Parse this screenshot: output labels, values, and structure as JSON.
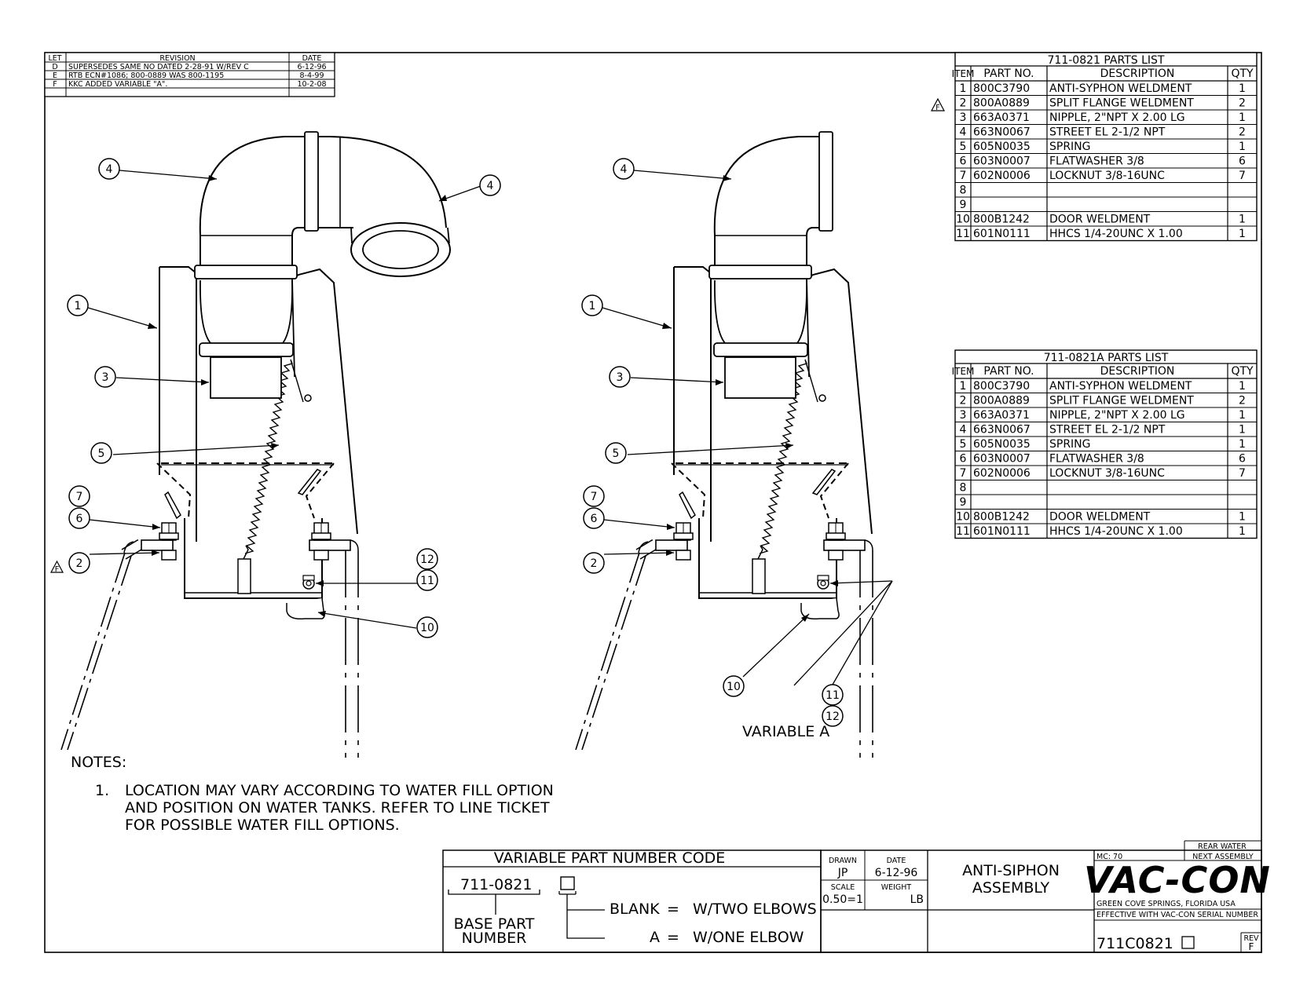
{
  "revision_block": {
    "headers": {
      "let": "LET",
      "revision": "REVISION",
      "date": "DATE"
    },
    "rows": [
      {
        "let": "D",
        "revision": "SUPERSEDES SAME NO DATED 2-28-91 W/REV C",
        "date": "6-12-96"
      },
      {
        "let": "E",
        "revision": "RTB ECN#1086; 800-0889 WAS 800-1195",
        "date": "8-4-99"
      },
      {
        "let": "F",
        "revision": "KKC ADDED VARIABLE \"A\".",
        "date": "10-2-08"
      }
    ]
  },
  "parts_lists": [
    {
      "title": "711-0821 PARTS LIST",
      "headers": {
        "item": "ITEM",
        "part": "PART NO.",
        "desc": "DESCRIPTION",
        "qty": "QTY"
      },
      "rows": [
        {
          "item": "1",
          "part": "800C3790",
          "desc": "ANTI-SYPHON WELDMENT",
          "qty": "1"
        },
        {
          "item": "2",
          "part": "800A0889",
          "desc": "SPLIT FLANGE WELDMENT",
          "qty": "2"
        },
        {
          "item": "3",
          "part": "663A0371",
          "desc": "NIPPLE, 2\"NPT X 2.00 LG",
          "qty": "1"
        },
        {
          "item": "4",
          "part": "663N0067",
          "desc": "STREET EL 2-1/2 NPT",
          "qty": "2"
        },
        {
          "item": "5",
          "part": "605N0035",
          "desc": "SPRING",
          "qty": "1"
        },
        {
          "item": "6",
          "part": "603N0007",
          "desc": "FLATWASHER 3/8",
          "qty": "6"
        },
        {
          "item": "7",
          "part": "602N0006",
          "desc": "LOCKNUT 3/8-16UNC",
          "qty": "7"
        },
        {
          "item": "8",
          "part": "",
          "desc": "",
          "qty": ""
        },
        {
          "item": "9",
          "part": "",
          "desc": "",
          "qty": ""
        },
        {
          "item": "10",
          "part": "800B1242",
          "desc": "DOOR WELDMENT",
          "qty": "1"
        },
        {
          "item": "11",
          "part": "601N0111",
          "desc": "HHCS 1/4-20UNC X 1.00",
          "qty": "1"
        }
      ]
    },
    {
      "title": "711-0821A PARTS LIST",
      "headers": {
        "item": "ITEM",
        "part": "PART NO.",
        "desc": "DESCRIPTION",
        "qty": "QTY"
      },
      "rows": [
        {
          "item": "1",
          "part": "800C3790",
          "desc": "ANTI-SYPHON WELDMENT",
          "qty": "1"
        },
        {
          "item": "2",
          "part": "800A0889",
          "desc": "SPLIT FLANGE WELDMENT",
          "qty": "2"
        },
        {
          "item": "3",
          "part": "663A0371",
          "desc": "NIPPLE, 2\"NPT X 2.00 LG",
          "qty": "1"
        },
        {
          "item": "4",
          "part": "663N0067",
          "desc": "STREET EL 2-1/2 NPT",
          "qty": "1"
        },
        {
          "item": "5",
          "part": "605N0035",
          "desc": "SPRING",
          "qty": "1"
        },
        {
          "item": "6",
          "part": "603N0007",
          "desc": "FLATWASHER 3/8",
          "qty": "6"
        },
        {
          "item": "7",
          "part": "602N0006",
          "desc": "LOCKNUT 3/8-16UNC",
          "qty": "7"
        },
        {
          "item": "8",
          "part": "",
          "desc": "",
          "qty": ""
        },
        {
          "item": "9",
          "part": "",
          "desc": "",
          "qty": ""
        },
        {
          "item": "10",
          "part": "800B1242",
          "desc": "DOOR WELDMENT",
          "qty": "1"
        },
        {
          "item": "11",
          "part": "601N0111",
          "desc": "HHCS 1/4-20UNC X 1.00",
          "qty": "1"
        }
      ]
    }
  ],
  "rev_flag_symbol": "F",
  "balloons_view1": [
    "4",
    "4",
    "1",
    "3",
    "5",
    "7",
    "6",
    "2",
    "12",
    "11",
    "10"
  ],
  "balloons_view2": [
    "4",
    "1",
    "3",
    "5",
    "7",
    "6",
    "2",
    "10",
    "11",
    "12"
  ],
  "variable_view_label": "VARIABLE A",
  "notes": {
    "heading": "NOTES:",
    "items": [
      {
        "num": "1.",
        "lines": [
          "LOCATION MAY VARY ACCORDING TO WATER FILL OPTION",
          "AND POSITION ON WATER TANKS. REFER TO LINE TICKET",
          "FOR POSSIBLE WATER FILL OPTIONS."
        ]
      }
    ]
  },
  "variable_code": {
    "title": "VARIABLE PART NUMBER CODE",
    "base_number": "711-0821",
    "base_label_lines": [
      "BASE PART",
      "NUMBER"
    ],
    "options": [
      {
        "code": "BLANK",
        "eq": "=",
        "desc": "W/TWO ELBOWS"
      },
      {
        "code": "A",
        "eq": "=",
        "desc": "W/ONE ELBOW"
      }
    ]
  },
  "title_block": {
    "drawn_label": "DRAWN",
    "drawn_value": "JP",
    "date_label": "DATE",
    "date_value": "6-12-96",
    "scale_label": "SCALE",
    "scale_value": "0.50=1",
    "weight_label": "WEIGHT",
    "weight_unit": "LB",
    "title_lines": [
      "ANTI-SIPHON",
      "ASSEMBLY"
    ],
    "mc": "MC: 70",
    "rear_water": "REAR WATER",
    "next_assembly": "NEXT ASSEMBLY",
    "logo": "VAC-CON",
    "location": "GREEN COVE SPRINGS, FLORIDA USA",
    "effective": "EFFECTIVE WITH VAC-CON SERIAL NUMBER",
    "drawing_number": "711C0821",
    "rev_label": "REV",
    "rev_value": "F"
  }
}
